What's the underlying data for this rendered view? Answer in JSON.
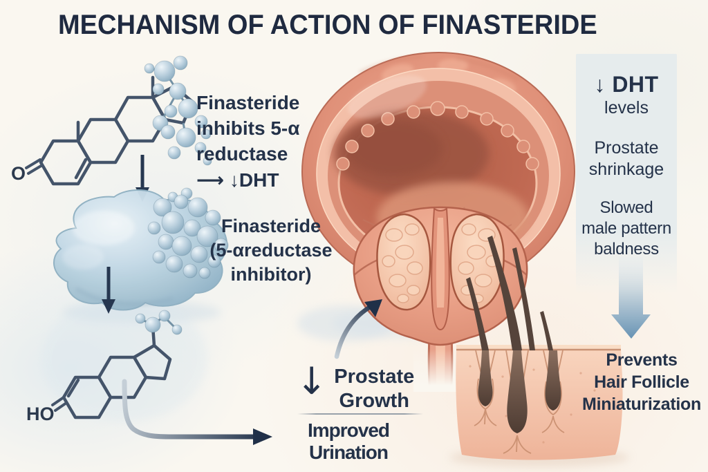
{
  "title": "MECHANISM OF ACTION OF FINASTERIDE",
  "pathway": {
    "ketone_label": "O",
    "hydroxyl_label": "HO",
    "inhibition_caption": "Finasteride\ninhibits 5-α\nreductase\n⟶ ↓DHT",
    "enzyme_caption": "Finasteride\n(5-αreductase\ninhibitor)"
  },
  "outcomes": {
    "growth_arrow": "↓",
    "growth_caption": "Prostate\nGrowth",
    "urination_caption": "Improved Urination"
  },
  "effects_panel": {
    "dht_heading": "↓ DHT",
    "dht_subtitle": "levels",
    "effect_prostate": "Prostate\nshrinkage",
    "effect_baldness": "Slowed\nmale pattern\nbaldness"
  },
  "hair_outcome": "Prevents\nHair Follicle\nMiniaturization",
  "colors": {
    "ink": "#243249",
    "panel_bg": "#e6eced",
    "steel_blue": "#6793b4",
    "tissue_pink": "#e89e85",
    "enzyme_blue": "#b9d0de"
  }
}
